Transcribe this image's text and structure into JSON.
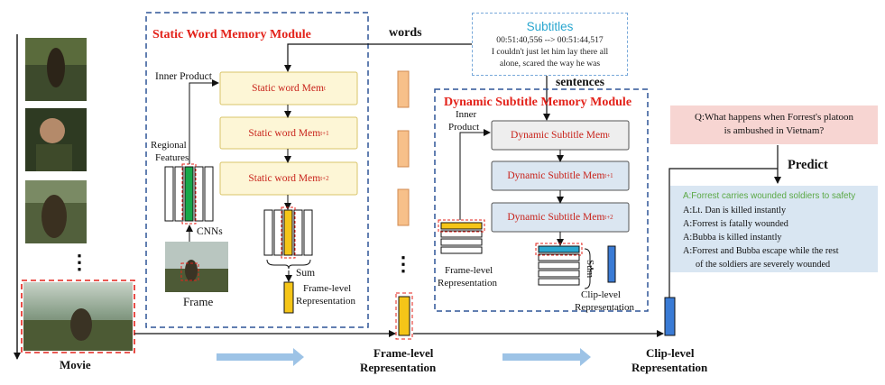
{
  "static_module": {
    "title": "Static Word Memory Module",
    "inner_product": "Inner Product",
    "regional_features": [
      "Regional",
      "Features"
    ],
    "cnns": "CNNs",
    "frame": "Frame",
    "memories": [
      {
        "base": "Static word Mem",
        "sup": "t"
      },
      {
        "base": "Static word Mem",
        "sup": "t+1"
      },
      {
        "base": "Static word Mem",
        "sup": "t+2"
      }
    ],
    "sum": "Sum",
    "frame_level": [
      "Frame-level",
      "Representation"
    ]
  },
  "words_label": "words",
  "sentences_label": "sentences",
  "subtitles": {
    "title": "Subtitles",
    "timestamp": "00:51:40,556 --> 00:51:44,517",
    "line1": "I couldn't just let him lay there all",
    "line2": "alone, scared the way he was"
  },
  "dynamic_module": {
    "title": "Dynamic Subtitle Memory Module",
    "inner_product": [
      "Inner",
      "Product"
    ],
    "memories": [
      {
        "base": "Dynamic Subtitle Mem",
        "sup": "t"
      },
      {
        "base": "Dynamic Subtitle Mem",
        "sup": "t+1"
      },
      {
        "base": "Dynamic Subtitle Mem",
        "sup": "t+2"
      }
    ],
    "sum": "Sum",
    "frame_level": [
      "Frame-level",
      "Representation"
    ],
    "clip_level": [
      "Clip-level",
      "Representation"
    ]
  },
  "movie_label": "Movie",
  "dots": "⋮",
  "bottom_frame_level": [
    "Frame-level",
    "Representation"
  ],
  "bottom_clip_level": [
    "Clip-level",
    "Representation"
  ],
  "question": "Q:What happens when Forrest's platoon is ambushed in Vietnam?",
  "question_lines": [
    "Q:What happens when Forrest's platoon",
    "is ambushed in Vietnam?"
  ],
  "predict": "Predict",
  "answers": [
    {
      "text": "A:Forrest carries wounded soldiers to safety",
      "correct": true
    },
    {
      "text": "A:Lt. Dan is killed instantly",
      "correct": false
    },
    {
      "text": "A:Forrest is fatally wounded",
      "correct": false
    },
    {
      "text": "A:Bubba is killed instantly",
      "correct": false
    },
    {
      "text": "A:Forrest and Bubba escape while the rest",
      "correct": false
    },
    {
      "text": "of the soldiers are severely wounded",
      "correct": false
    }
  ],
  "colors": {
    "module_border": "#2f5597",
    "mem_static": "#fdf6d6",
    "mem_static_border": "#d9c46a",
    "mem_dynamic": "#dbe6f1",
    "orange_bar": "#f7c08a",
    "yellow_bar": "#f5c518",
    "green_bar": "#18a84a",
    "blue_bar": "#3a7bd5",
    "red": "#e3221a",
    "arrow_blue": "#9dc3e6"
  }
}
